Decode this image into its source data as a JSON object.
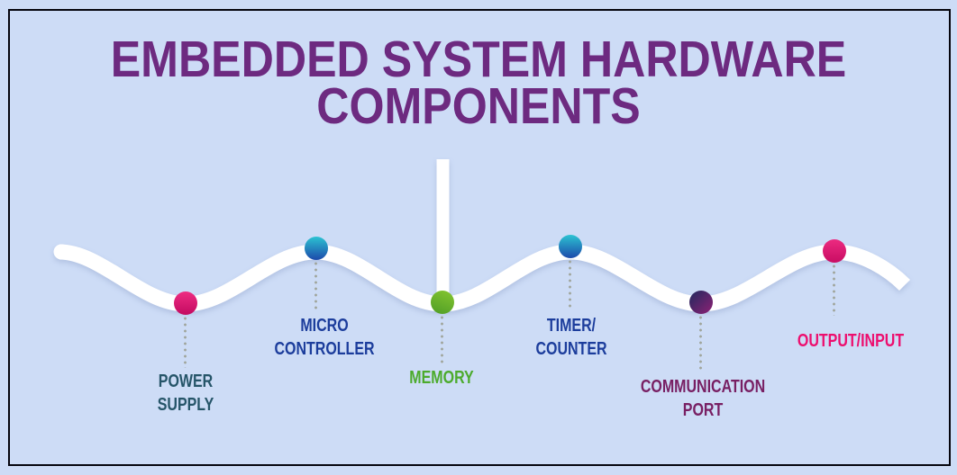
{
  "title": {
    "line1": "EMBEDDED SYSTEM HARDWARE",
    "line2": "COMPONENTS",
    "color": "#6d2a80"
  },
  "background_color": "#cddcf6",
  "frame_border_color": "#05050e",
  "wave_color": "#ffffff",
  "connector_dot_color": "#a0a59b",
  "components": [
    {
      "id": "power-supply",
      "line1": "POWER",
      "line2": "SUPPLY",
      "label_color": "#265569",
      "dot_color_top": "#ee2c82",
      "dot_color_bottom": "#c30b61",
      "dot_angle": 180
    },
    {
      "id": "micro-controller",
      "line1": "MICRO",
      "line2": "CONTROLLER",
      "label_color": "#1c3d9c",
      "dot_color_top": "#2cc3d2",
      "dot_color_bottom": "#1c4aab",
      "dot_angle": 180
    },
    {
      "id": "memory",
      "line1": "MEMORY",
      "line2": "",
      "label_color": "#4cab2d",
      "dot_color_top": "#85c630",
      "dot_color_bottom": "#4f9d26",
      "dot_angle": 200
    },
    {
      "id": "timer-counter",
      "line1": "TIMER/",
      "line2": "COUNTER",
      "label_color": "#1c3d9c",
      "dot_color_top": "#2cc3d2",
      "dot_color_bottom": "#1c4aab",
      "dot_angle": 180
    },
    {
      "id": "communication-port",
      "line1": "COMMUNICATION",
      "line2": "PORT",
      "label_color": "#781f63",
      "dot_color_top": "#20295e",
      "dot_color_bottom": "#8e2175",
      "dot_angle": 135
    },
    {
      "id": "output-input",
      "line1": "OUTPUT/INPUT",
      "line2": "",
      "label_color": "#ed0e6e",
      "dot_color_top": "#ec2a80",
      "dot_color_bottom": "#c90d63",
      "dot_angle": 180
    }
  ]
}
